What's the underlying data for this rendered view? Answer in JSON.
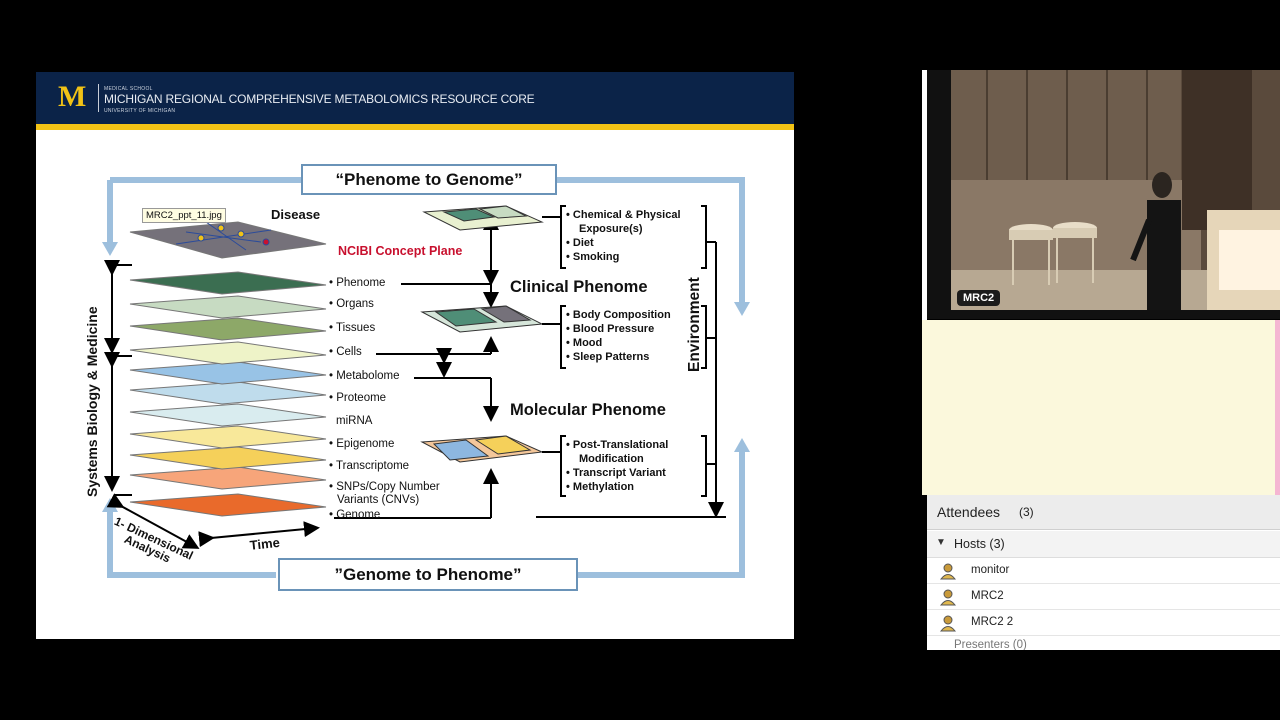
{
  "slide": {
    "header": {
      "logo": "M",
      "small_top": "MEDICAL SCHOOL",
      "title": "MICHIGAN REGIONAL COMPREHENSIVE METABOLOMICS RESOURCE CORE",
      "small_bottom": "UNIVERSITY OF MICHIGAN"
    },
    "top_box": "“Phenome to Genome”",
    "bottom_box": "”Genome to Phenome”",
    "tooltip": "MRC2_ppt_11.jpg",
    "disease": "Disease",
    "ncibi": "NCIBI Concept Plane",
    "layers": [
      "• Phenome",
      "• Organs",
      "• Tissues",
      "• Cells",
      "• Metabolome",
      "• Proteome",
      "miRNA",
      "• Epigenome",
      "• Transcriptome",
      "• SNPs/Copy Number",
      "Variants (CNVs)",
      "• Genome"
    ],
    "clinical_phenome": "Clinical Phenome",
    "molecular_phenome": "Molecular Phenome",
    "env_lists": {
      "top": [
        "• Chemical & Physical",
        "Exposure(s)",
        "• Diet",
        "• Smoking"
      ],
      "mid": [
        "• Body Composition",
        "• Blood Pressure",
        "• Mood",
        "• Sleep Patterns"
      ],
      "bottom": [
        "• Post-Translational",
        "Modification",
        "• Transcript Variant",
        "• Methylation"
      ]
    },
    "environment": "Environment",
    "vertical_label": "Systems Biology  &  Medicine",
    "one_dim": "1- Dimensional",
    "analysis": "Analysis",
    "time": "Time",
    "colors": {
      "navy": "#0b2348",
      "gold": "#f2c316",
      "border_blue": "#6a93b8",
      "ncibi_red": "#c8102e"
    }
  },
  "video": {
    "label": "MRC2"
  },
  "attendees": {
    "title": "Attendees",
    "count": "(3)",
    "hosts_label": "Hosts (3)",
    "hosts": [
      "monitor",
      "MRC2",
      "MRC2 2"
    ],
    "presenters_label": "Presenters (0)"
  }
}
